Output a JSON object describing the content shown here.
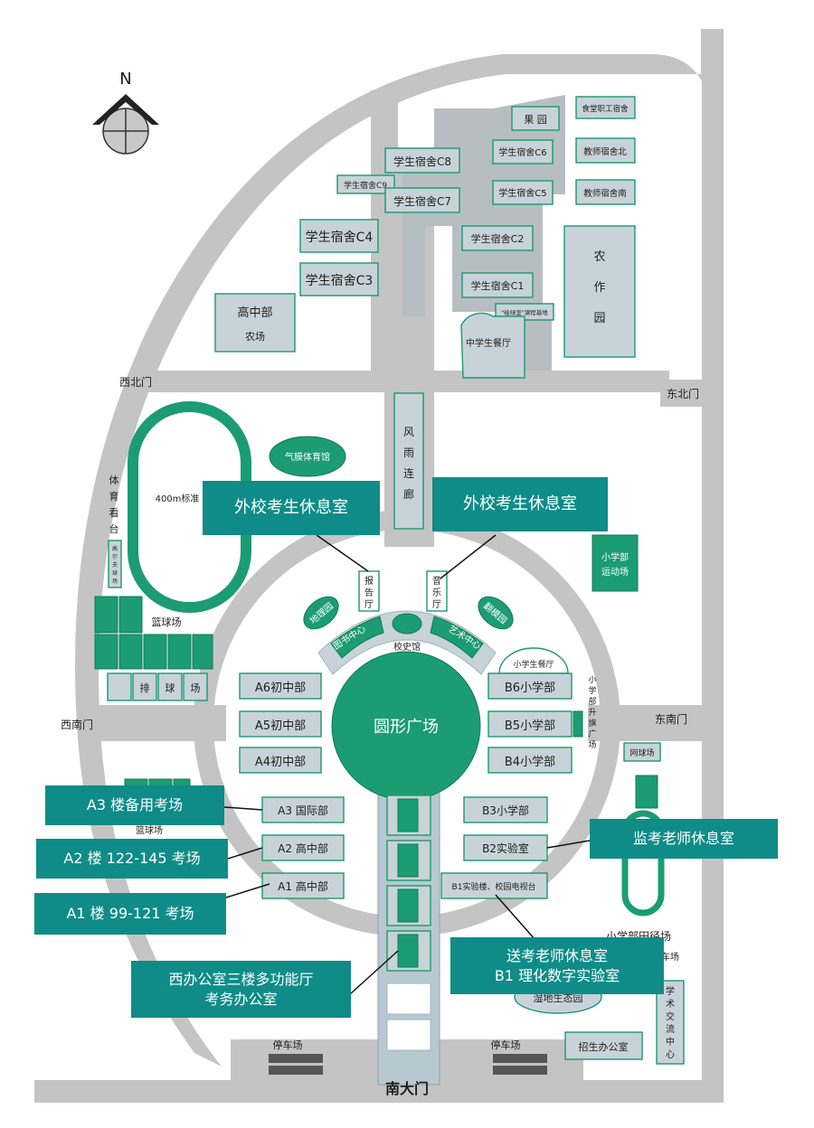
{
  "compass": {
    "label": "N"
  },
  "gates": {
    "northwest": "西北门",
    "northeast": "东北门",
    "southwest": "西南门",
    "east": "东南门",
    "south": "南大门"
  },
  "north_area": {
    "orchard": "果 园",
    "staff_dorm": "食堂职工宿舍",
    "c8": "学生宿舍C8",
    "c9": "学生宿舍C9",
    "c7": "学生宿舍C7",
    "c6": "学生宿舍C6",
    "c5": "学生宿舍C5",
    "c4": "学生宿舍C4",
    "c3": "学生宿舍C3",
    "c2": "学生宿舍C2",
    "c1": "学生宿舍C1",
    "teacher_dorm_north": "教师宿舍北",
    "teacher_dorm_south": "教师宿舍南",
    "farm": [
      "农",
      "作",
      "园"
    ],
    "hs_farm": [
      "高中部",
      "农场"
    ],
    "base": "\"绘绿坚\"课程基地",
    "ms_canteen": "中学生餐厅"
  },
  "west_area": {
    "gym": "气膜体育馆",
    "track": "400m标准",
    "stand": [
      "体",
      "育",
      "看",
      "台"
    ],
    "yiersi": [
      "高",
      "尔",
      "夫",
      "球",
      "场"
    ],
    "basketball": "篮球场",
    "volleyball": [
      "排",
      "球",
      "场"
    ],
    "south_court": "篮球场"
  },
  "corridor": [
    "风",
    "雨",
    "连",
    "廊"
  ],
  "ring": {
    "report_hall": [
      "报",
      "告",
      "厅"
    ],
    "music_hall": [
      "音",
      "乐",
      "厅"
    ],
    "geo_garden": "地理园",
    "peony": "翻模园",
    "library": "图书中心",
    "history": "校史馆",
    "arts": "艺术中心",
    "plaza": "圆形广场",
    "ps_canteen": "小学生餐厅"
  },
  "buildings_west": {
    "a6": "A6初中部",
    "a5": "A5初中部",
    "a4": "A4初中部",
    "a3": "A3 国际部",
    "a2": "A2 高中部",
    "a1": "A1 高中部"
  },
  "buildings_east": {
    "b6": "B6小学部",
    "b5": "B5小学部",
    "b4": "B4小学部",
    "b3": "B3小学部",
    "b2": "B2实验室",
    "b1": "B1实验楼、校园电视台"
  },
  "east_area": {
    "ps_field": [
      "小学部",
      "运动场"
    ],
    "flag": [
      "小",
      "学",
      "部",
      "升",
      "旗",
      "广",
      "场"
    ],
    "tennis": "网球场",
    "ps_track": "小学部田径场",
    "wetland": "湿地生态园",
    "field_frag": "车场",
    "academic": [
      "学",
      "术",
      "交",
      "流",
      "中",
      "心"
    ],
    "admission": "招生办公室"
  },
  "parking": {
    "left": "停车场",
    "right": "停车场"
  },
  "callouts": {
    "rest_left": "外校考生休息室",
    "rest_right": "外校考生休息室",
    "a3": "A3 楼备用考场",
    "a2": "A2 楼 122-145 考场",
    "a1": "A1 楼 99-121 考场",
    "west_office": "西办公室三楼多功能厅\n考务办公室",
    "proctor": "监考老师休息室",
    "escort": "送考老师休息室\nB1 理化数字实验室"
  },
  "colors": {
    "road": "#c4c4c4",
    "building": "#c8d3d9",
    "green": "#1b9c72",
    "callout": "#0f8c87"
  }
}
